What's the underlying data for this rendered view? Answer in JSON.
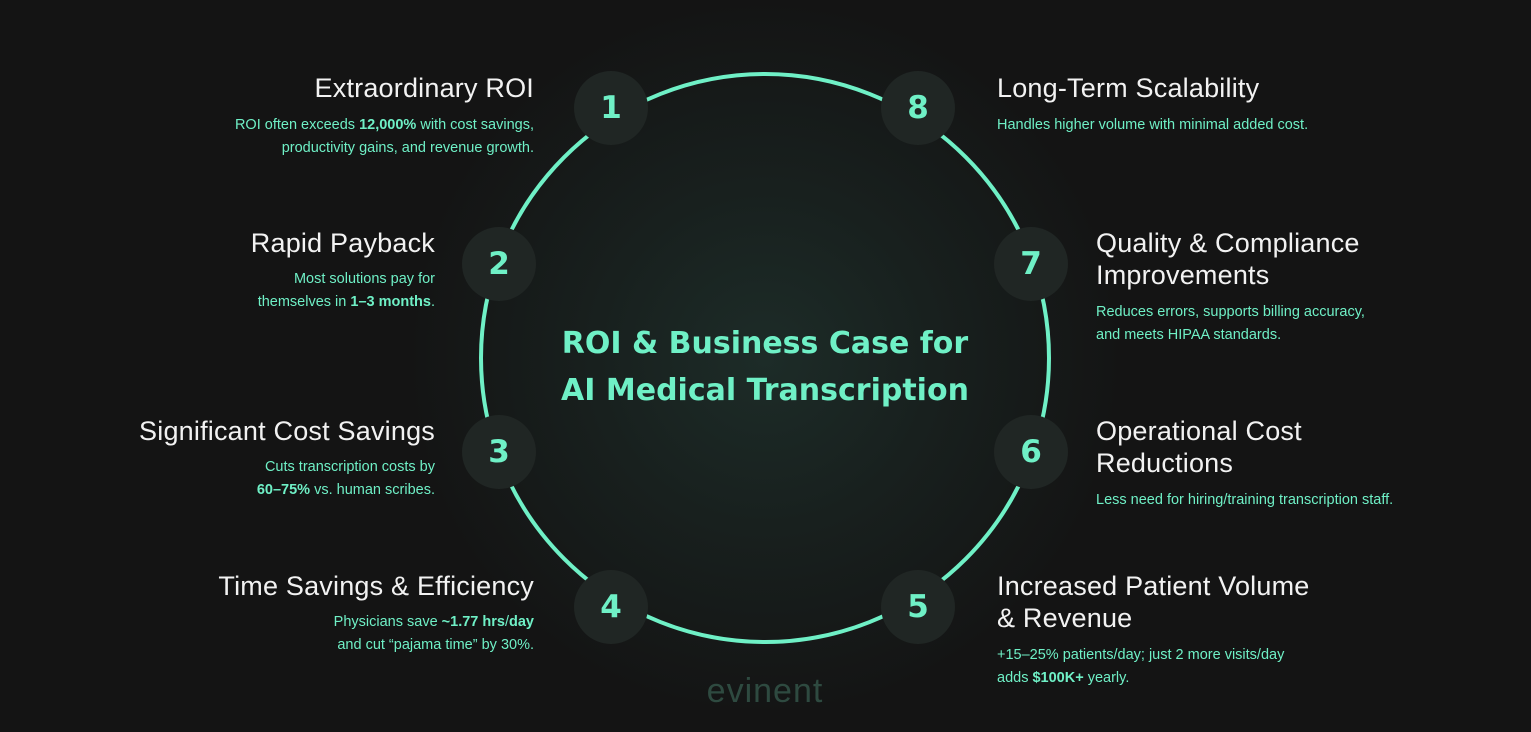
{
  "title_lines": [
    "ROI & Business Case for",
    "AI Medical Transcription"
  ],
  "brand": "evinent",
  "colors": {
    "accent": "#6ff0c6",
    "background": "#141414",
    "badge": "#202624"
  },
  "items": [
    {
      "number": "1",
      "title": "Extraordinary ROI",
      "lines": [
        [
          {
            "t": "ROI often exceeds "
          },
          {
            "t": "12,000%",
            "b": true
          },
          {
            "t": " with cost savings,"
          }
        ],
        [
          {
            "t": "productivity gains, and revenue growth."
          }
        ]
      ]
    },
    {
      "number": "2",
      "title": "Rapid Payback",
      "lines": [
        [
          {
            "t": "Most solutions pay for"
          }
        ],
        [
          {
            "t": "themselves in "
          },
          {
            "t": "1–3 months",
            "b": true
          },
          {
            "t": "."
          }
        ]
      ]
    },
    {
      "number": "3",
      "title": "Significant Cost Savings",
      "lines": [
        [
          {
            "t": "Cuts transcription costs by"
          }
        ],
        [
          {
            "t": "60–75%",
            "b": true
          },
          {
            "t": " vs. human scribes."
          }
        ]
      ]
    },
    {
      "number": "4",
      "title": "Time Savings & Efficiency",
      "lines": [
        [
          {
            "t": "Physicians save "
          },
          {
            "t": "~1.77 hrs",
            "b": true
          },
          {
            "t": "/"
          },
          {
            "t": "day",
            "b": true
          }
        ],
        [
          {
            "t": "and cut “pajama time” by 30%."
          }
        ]
      ]
    },
    {
      "number": "5",
      "title": "Increased Patient Volume & Revenue",
      "lines": [
        [
          {
            "t": "+15–25% patients/day; just 2 more visits/day"
          }
        ],
        [
          {
            "t": "adds "
          },
          {
            "t": "$100K+",
            "b": true
          },
          {
            "t": " yearly."
          }
        ]
      ]
    },
    {
      "number": "6",
      "title": "Operational Cost Reductions",
      "lines": [
        [
          {
            "t": "Less need for hiring/training transcription staff."
          }
        ]
      ]
    },
    {
      "number": "7",
      "title": "Quality & Compliance Improvements",
      "lines": [
        [
          {
            "t": "Reduces errors, supports billing accuracy,"
          }
        ],
        [
          {
            "t": "and meets HIPAA standards."
          }
        ]
      ]
    },
    {
      "number": "8",
      "title": "Long-Term Scalability",
      "lines": [
        [
          {
            "t": "Handles higher volume with minimal added cost."
          }
        ]
      ]
    }
  ]
}
